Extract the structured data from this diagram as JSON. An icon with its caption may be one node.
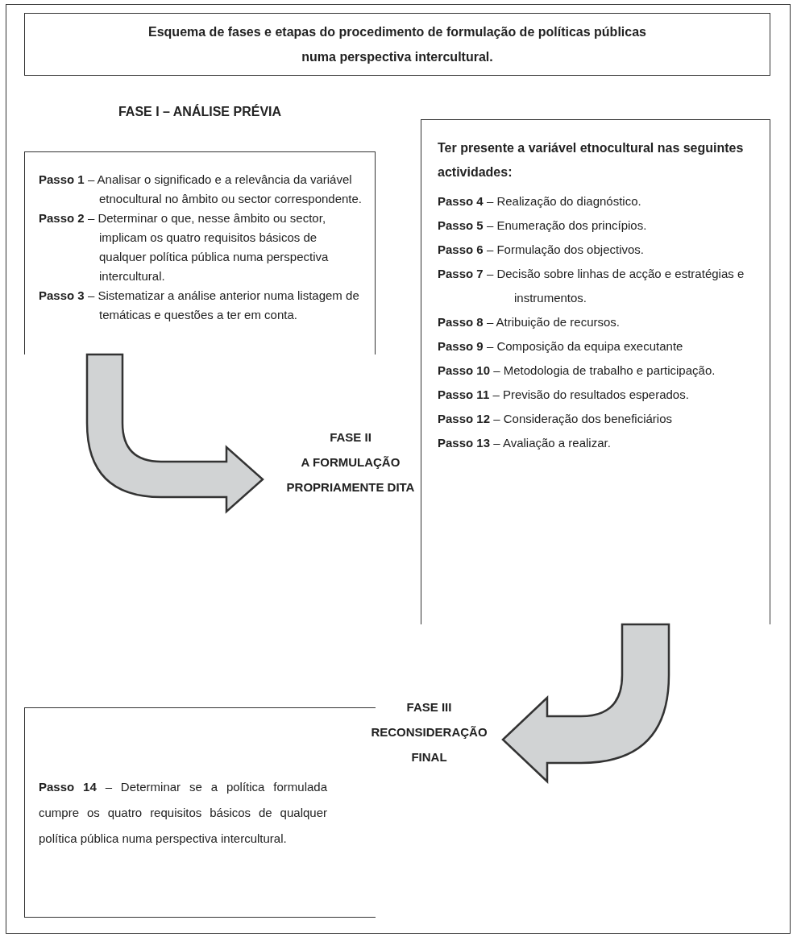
{
  "diagram": {
    "title": "Esquema de fases e etapas do procedimento de formulação de políticas públicas numa perspectiva intercultural.",
    "nodes": [
      {
        "text": [
          "FASE I – ANÁLISE PRÉVIA",
          "**Passo 1** – Analisar o significado e a relevância da variável etnocultural no âmbito ou sector correspondente.",
          "**Passo 2** – Determinar o que, nesse âmbito ou sector, implicam os quatro requisitos básicos de qualquer política pública numa perspectiva intercultural.",
          "**Passo 3** – Sistematizar a análise anterior numa listagem de temáticas e questões a ter em conta."
        ]
      },
      {
        "text": [
          "FASE II A FORMULAÇÃO PROPRIAMENTE DITA"
        ]
      },
      {
        "text": [
          "Ter presente a variável etnocultural nas seguintes actividades:",
          "**Passo 4** – Realização do diagnóstico.",
          "**Passo 5** – Enumeração dos princípios.",
          "**Passo 6** – Formulação dos objectivos.",
          "**Passo 7** – Decisão sobre linhas de acção e estratégias e instrumentos.",
          "**Passo 8** – Atribuição de recursos.",
          "**Passo 9** – Composição da equipa executante",
          "**Passo 10** – Metodologia de trabalho e participação.",
          "**Passo 11** – Previsão do resultados esperados.",
          "**Passo 12** – Consideração dos beneficiários",
          "**Passo 13** – Avaliação a realizar."
        ]
      },
      {
        "text": [
          "FASE III RECONSIDERAÇÃO FINAL"
        ]
      },
      {
        "text": [
          "**Passo 14** – Determinar se a política formulada cumpre os quatro requisitos básicos de qualquer política pública numa perspectiva intercultural."
        ]
      }
    ],
    "edges": [
      {
        "from": 0,
        "to": 1,
        "arrow": "to",
        "style": "thick"
      },
      {
        "from": 2,
        "to": 3,
        "arrow": "to",
        "style": "thick"
      }
    ]
  }
}
